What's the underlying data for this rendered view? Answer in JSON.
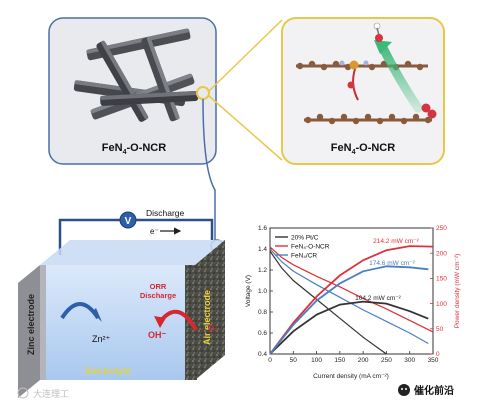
{
  "panels": {
    "left_label": "FeN4-O-NCR",
    "right_label": "FeN4-O-NCR"
  },
  "battery": {
    "voltmeter": "V",
    "discharge": "Discharge",
    "electron": "e⁻",
    "zinc_electrode": "Zinc electrode",
    "zn_ion": "Zn²⁺",
    "orr_line1": "ORR",
    "orr_line2": "Discharge",
    "hydroxide": "OH⁻",
    "oxygen": "O₂",
    "air_electrode": "Air electrode",
    "electrolyte": "Electrolyte"
  },
  "watermark_left": "大连理工",
  "watermark_right": "催化前沿",
  "colors": {
    "panel_border": "#4a6fa5",
    "callout": "#e8c84a",
    "pt_series": "#333333",
    "fen4o_series": "#e0303a",
    "fen4cr_series": "#4a7fc0",
    "power_axis": "#e0303a"
  },
  "chart_data": {
    "type": "line",
    "xlabel": "Current density (mA cm⁻²)",
    "ylabel": "Voltage (V)",
    "y2label": "Power density (mW cm⁻²)",
    "xlim": [
      0,
      350
    ],
    "ylim": [
      0.4,
      1.6
    ],
    "y2lim": [
      0,
      250
    ],
    "xticks": [
      "0",
      "50",
      "100",
      "150",
      "200",
      "250",
      "300",
      "350"
    ],
    "yticks": [
      "0.4",
      "0.6",
      "0.8",
      "1.0",
      "1.2",
      "1.4",
      "1.6"
    ],
    "y2ticks": [
      "0",
      "50",
      "100",
      "150",
      "200",
      "250"
    ],
    "legend": [
      "20% Pt/C",
      "FeN₄-O-NCR",
      "FeN₄/CR"
    ],
    "annotations": [
      "214.2 mW cm⁻²",
      "174.6 mW cm⁻²",
      "104.2 mW cm⁻²"
    ],
    "series": [
      {
        "name": "20% Pt/C",
        "axis": "voltage",
        "x": [
          0,
          25,
          50,
          100,
          150,
          200,
          250
        ],
        "values": [
          1.38,
          1.22,
          1.1,
          0.92,
          0.74,
          0.56,
          0.4
        ]
      },
      {
        "name": "FeN₄-O-NCR",
        "axis": "voltage",
        "x": [
          0,
          25,
          50,
          100,
          150,
          200,
          250,
          300,
          350
        ],
        "values": [
          1.42,
          1.32,
          1.25,
          1.14,
          1.04,
          0.93,
          0.83,
          0.72,
          0.61
        ]
      },
      {
        "name": "FeN₄/CR",
        "axis": "voltage",
        "x": [
          0,
          25,
          50,
          100,
          150,
          200,
          250,
          300,
          340
        ],
        "values": [
          1.4,
          1.28,
          1.19,
          1.06,
          0.94,
          0.82,
          0.71,
          0.6,
          0.5
        ]
      },
      {
        "name": "20% Pt/C",
        "axis": "power",
        "x": [
          0,
          50,
          100,
          150,
          200,
          250,
          300,
          340
        ],
        "values": [
          0,
          45,
          78,
          98,
          104,
          100,
          85,
          70
        ]
      },
      {
        "name": "FeN₄-O-NCR",
        "axis": "power",
        "x": [
          0,
          50,
          100,
          150,
          200,
          250,
          300,
          350
        ],
        "values": [
          0,
          62,
          114,
          156,
          186,
          206,
          214,
          213
        ]
      },
      {
        "name": "FeN₄/CR",
        "axis": "power",
        "x": [
          0,
          50,
          100,
          150,
          200,
          250,
          300,
          340
        ],
        "values": [
          0,
          58,
          106,
          140,
          164,
          174,
          172,
          168
        ]
      }
    ]
  }
}
